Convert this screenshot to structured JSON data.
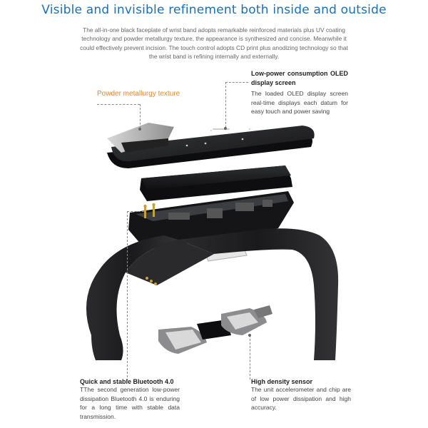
{
  "header": {
    "title": "Visible and invisible refinement both inside and outside",
    "intro": "The all-in-one black faceplate of wrist band adopts remarkable reinforced materials plus UV coating technology and powder metallurgy texture, the appearance is synthesized and concise. Meanwhile it could effectively prevent incision. The touch control adopts CD print plus anodizing technology so that the wrist band is refining internally and externally."
  },
  "callouts": {
    "powder": {
      "title": "Powder metallurgy texture"
    },
    "oled": {
      "title_line1": "Low-power consumption OLED",
      "title_line2": "display screen",
      "body": "The loaded OLED display screen real-time displays each datum for easy touch and power saving"
    },
    "bluetooth": {
      "title": "Quick and stable Bluetooth 4.0",
      "body": "TThe second generation low-power dissipation Bluetooth 4.0 is enduring for a long time with stable data transmission."
    },
    "sensor": {
      "title": "High density sensor",
      "body": "The unit accelerometer and chip are of low power dissipation and high accuracy."
    }
  },
  "colors": {
    "title": "#1a6fb5",
    "accent": "#e0882a",
    "band": "#1c1c1e"
  }
}
